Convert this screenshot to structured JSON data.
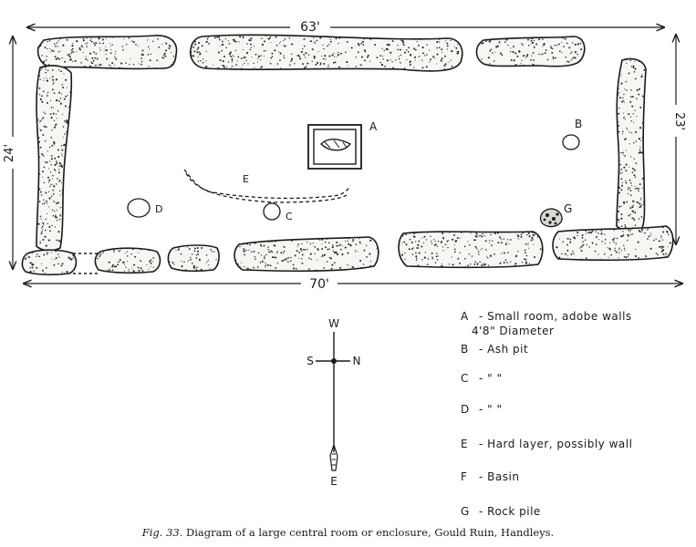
{
  "dimensions": {
    "top": "63'",
    "bottom": "70'",
    "left": "24'",
    "right": "23'"
  },
  "features": {
    "A": "A",
    "B": "B",
    "C": "C",
    "D": "D",
    "E": "E",
    "G": "G"
  },
  "compass": {
    "W": "W",
    "S": "S",
    "N": "N",
    "E": "E"
  },
  "legend": [
    {
      "key": "A",
      "text": "- Small room, adobe walls",
      "subtext": "4'8\" Diameter"
    },
    {
      "key": "B",
      "text": "- Ash pit"
    },
    {
      "key": "C",
      "text": "-   \"      \""
    },
    {
      "key": "D",
      "text": "-   \"      \""
    },
    {
      "key": "E",
      "text": "- Hard layer, possibly wall"
    },
    {
      "key": "F",
      "text": "- Basin"
    },
    {
      "key": "G",
      "text": "- Rock pile"
    }
  ],
  "caption": {
    "fig": "Fig. 33.",
    "text": "Diagram of a large central room or enclosure, Gould Ruin, Handleys."
  }
}
